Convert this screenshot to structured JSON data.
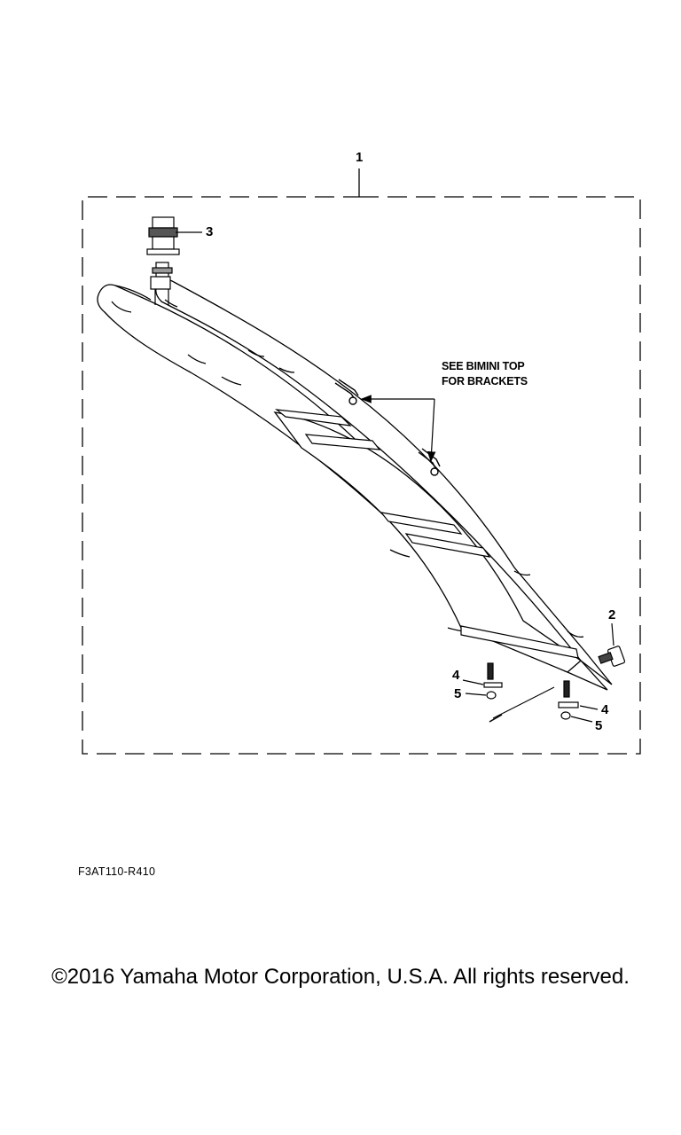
{
  "callouts": {
    "c1": "1",
    "c2": "2",
    "c3": "3",
    "c4_left": "4",
    "c5_left": "5",
    "c4_right": "4",
    "c5_right": "5"
  },
  "note": {
    "line1": "SEE BIMINI TOP",
    "line2": "FOR BRACKETS"
  },
  "figure_code": "F3AT110-R410",
  "copyright": "©2016 Yamaha Motor Corporation, U.S.A. All rights reserved."
}
